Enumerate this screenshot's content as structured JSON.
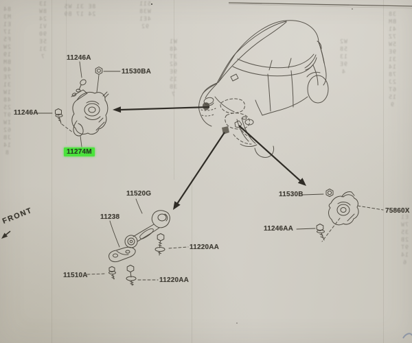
{
  "document": {
    "kind": "scanned engine-mounting parts diagram",
    "orientation_label": "FRONT"
  },
  "colors": {
    "paper": "#cfccc3",
    "ink": "#4c483f",
    "highlight": "#4be23c"
  },
  "labels": [
    {
      "id": "mount-bolt-upper",
      "part": "11246A",
      "highlighted": false
    },
    {
      "id": "mount-nut-upper",
      "part": "11530BA",
      "highlighted": false
    },
    {
      "id": "mount-bolt-left",
      "part": "11246A",
      "highlighted": false
    },
    {
      "id": "engine-mount-lh",
      "part": "11274M",
      "highlighted": true
    },
    {
      "id": "torque-rod",
      "part": "11520G",
      "highlighted": false
    },
    {
      "id": "rod-bracket",
      "part": "11238",
      "highlighted": false
    },
    {
      "id": "rod-bolt-upper",
      "part": "11220AA",
      "highlighted": false
    },
    {
      "id": "bracket-bolt",
      "part": "11510A",
      "highlighted": false
    },
    {
      "id": "rod-bolt-lower",
      "part": "11220AA",
      "highlighted": false
    },
    {
      "id": "rh-mount-nut",
      "part": "11530B",
      "highlighted": false
    },
    {
      "id": "rh-mount",
      "part": "75860X",
      "highlighted": false
    },
    {
      "id": "rh-mount-bolt",
      "part": "11246AA",
      "highlighted": false
    }
  ],
  "components": [
    "car-outline",
    "engine-mount-insulator-lh",
    "torque-rod",
    "mount-bracket",
    "engine-mount-rh",
    "bolts",
    "nuts",
    "location-arrows"
  ],
  "background": {
    "bleed_columns": [
      "84\nM3\nE1\n17\nF5\n2W\n19\nBM\n40\n7E\n31\n1W\n48\n25\n9T\nIW\n62\nJB\n14\n8",
      "13\n8W\n24\nV1\n90\n5E\n31\n7",
      "511\nW38\n4E1\n92",
      "W1\n48\n3T\n62\n9E\n15\n3B\n7",
      "38\nBM\n41\n7Z\n5W\n9E\n31\n14\n78\n2J\n6T\n15\n9",
      "W2\n58\n13\n9E\n4",
      "84\nE1\n7W\n35\n2B\n9T\n14\n6",
      "8E 31 W5\n24 17 B9"
    ]
  }
}
